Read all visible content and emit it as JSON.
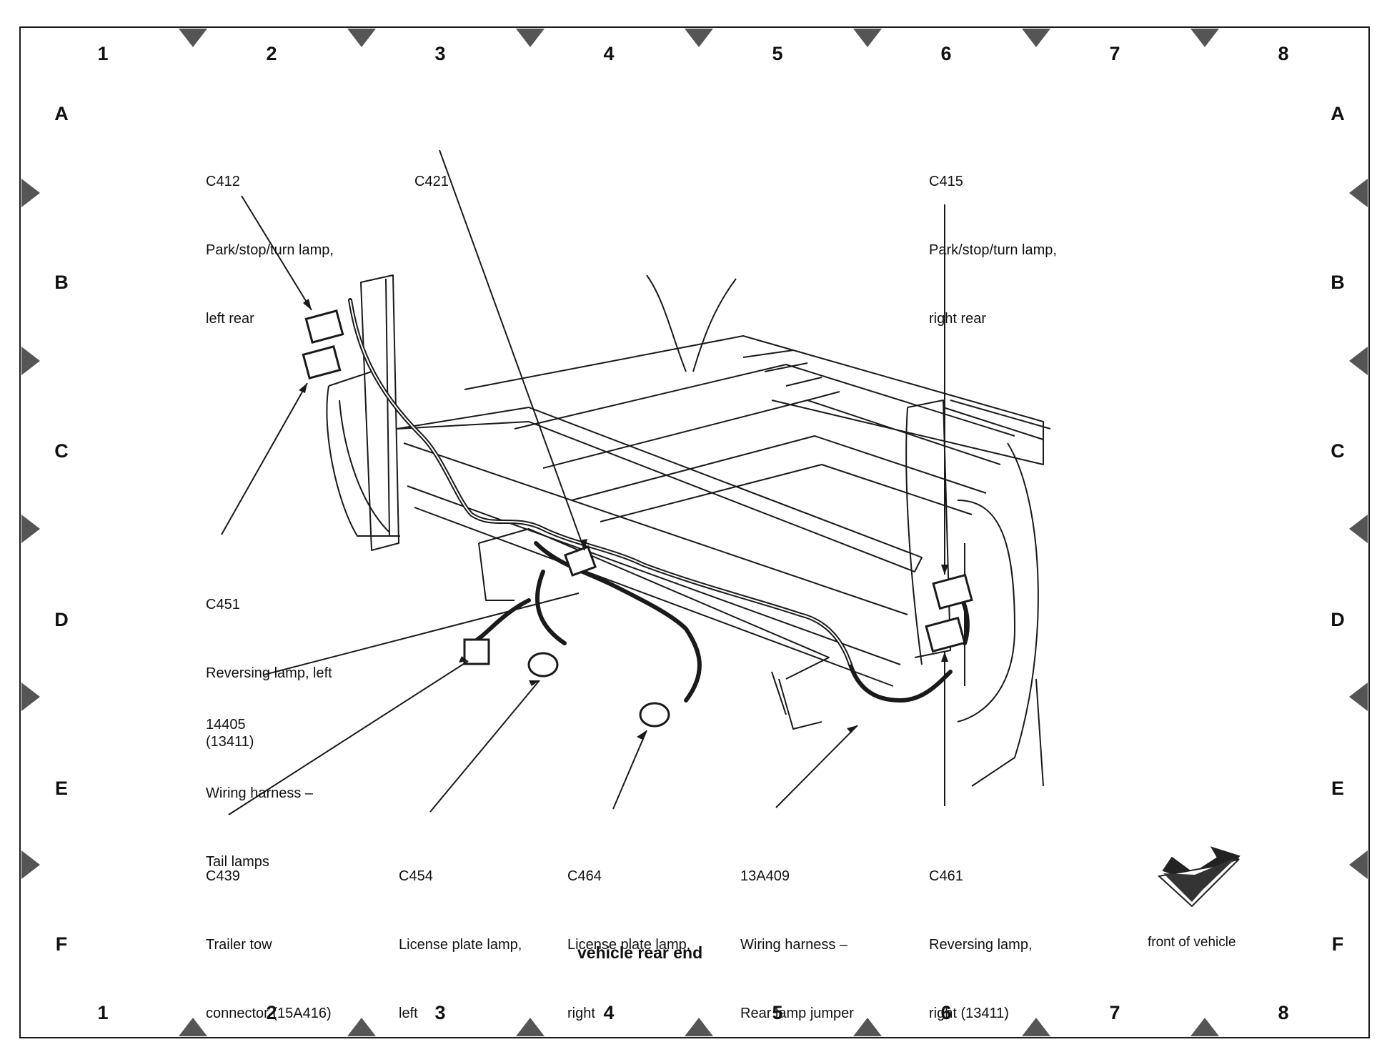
{
  "grid": {
    "columns": [
      "1",
      "2",
      "3",
      "4",
      "5",
      "6",
      "7",
      "8"
    ],
    "rows": [
      "A",
      "B",
      "C",
      "D",
      "E",
      "F"
    ]
  },
  "callouts": {
    "c412": {
      "code": "C412",
      "line1": "Park/stop/turn lamp,",
      "line2": "left rear"
    },
    "c421": {
      "code": "C421"
    },
    "c415": {
      "code": "C415",
      "line1": "Park/stop/turn lamp,",
      "line2": "right rear"
    },
    "c451": {
      "code": "C451",
      "line1": "Reversing lamp, left",
      "line2": "(13411)"
    },
    "h14405": {
      "code": "14405",
      "line1": "Wiring harness –",
      "line2": "Tail lamps"
    },
    "c439": {
      "code": "C439",
      "line1": "Trailer tow",
      "line2": "connector (15A416)"
    },
    "c454": {
      "code": "C454",
      "line1": "License plate lamp,",
      "line2": "left"
    },
    "c464": {
      "code": "C464",
      "line1": "License plate lamp,",
      "line2": "right"
    },
    "h13a409": {
      "code": "13A409",
      "line1": "Wiring harness –",
      "line2": "Rear lamp jumper"
    },
    "c461": {
      "code": "C461",
      "line1": "Reversing lamp,",
      "line2": "right (13411)"
    }
  },
  "caption": "vehicle rear end",
  "front_label": "front of vehicle",
  "colors": {
    "line": "#1a1a1a",
    "marker": "#555555",
    "arrow_fill": "#222222"
  }
}
